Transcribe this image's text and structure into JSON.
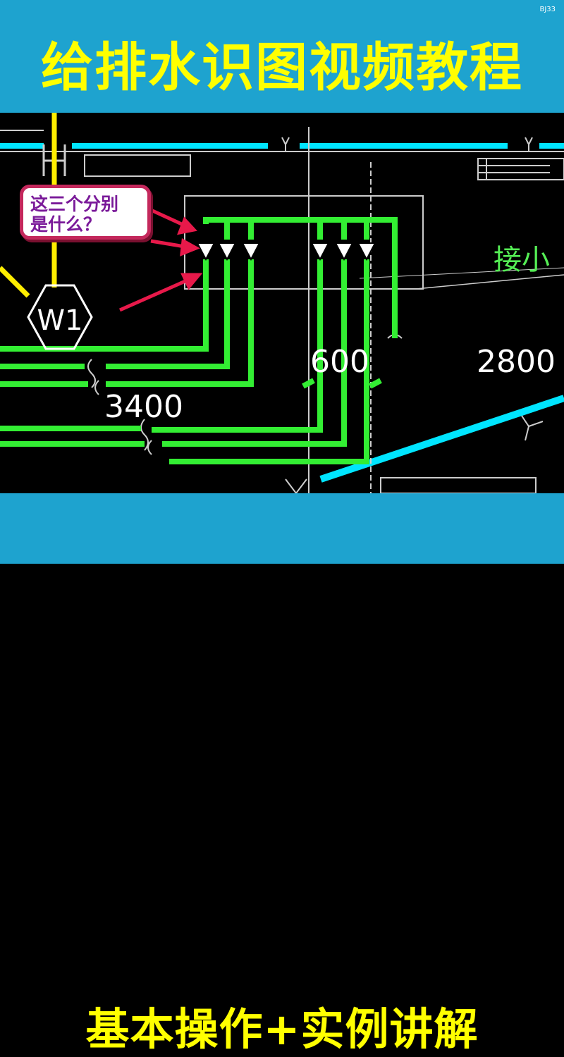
{
  "badge": "BJ33",
  "title": "给排水识图视频教程",
  "subtitle": "基本操作+实例讲解",
  "callout": {
    "line1": "这三个分别",
    "line2": "是什么？"
  },
  "drawing": {
    "manhole_label": "W1",
    "dim_3400": "3400",
    "dim_600": "600",
    "dim_2800": "2800",
    "partial_text": "接小"
  },
  "colors": {
    "banner": "#1ea3cf",
    "title": "#ffff00",
    "pipe": "#33ee33",
    "cyan": "#00e5ff",
    "arrow": "#e8194a"
  }
}
